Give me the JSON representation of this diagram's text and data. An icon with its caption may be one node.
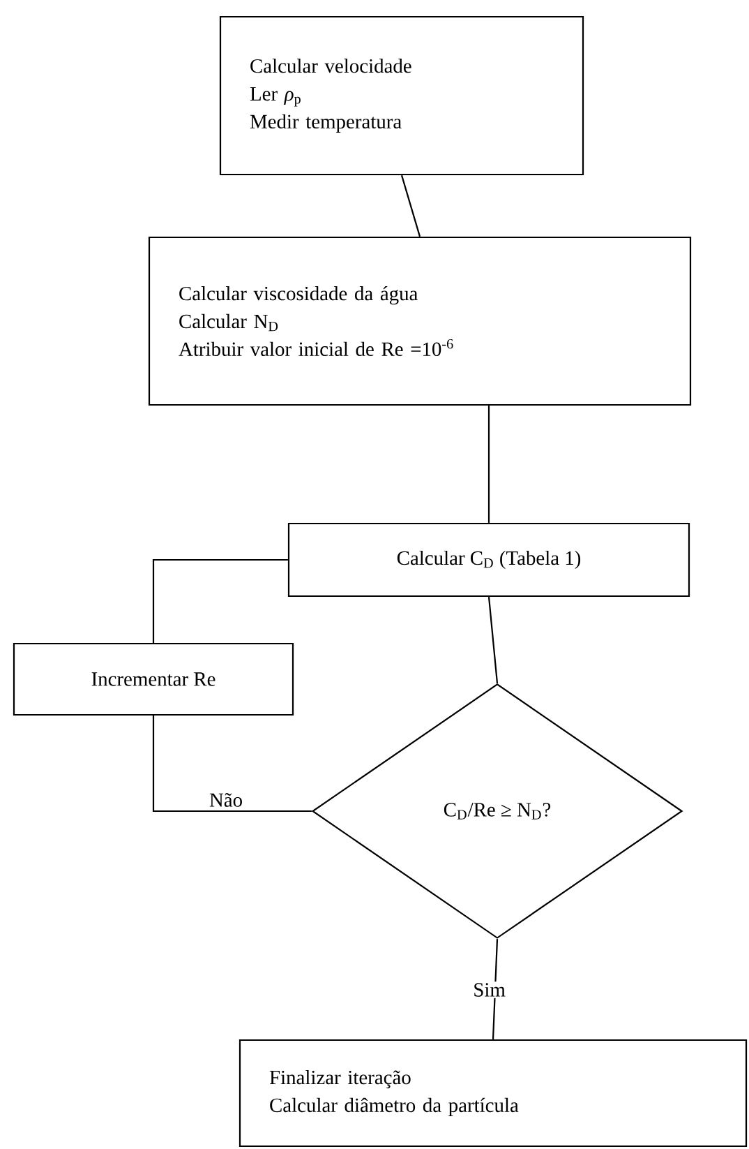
{
  "diagram": {
    "nodes": [
      {
        "text": [
          "Calcular velocidade",
          "Ler *ρ*$_{p}$",
          "Medir temperatura"
        ]
      },
      {
        "text": [
          "Calcular viscosidade da água",
          "Calcular N$_{D}$",
          "Atribuir valor inicial de Re =10$^{-6}$"
        ]
      },
      {
        "text": [
          "Calcular C$_{D}$ (Tabela 1)"
        ]
      },
      {
        "text": [
          "Incrementar Re"
        ]
      },
      {
        "text": [
          "C$_{D}$/Re ≥ N$_{D}$?"
        ]
      },
      {
        "text": [
          "Finalizar iteração",
          "Calcular diâmetro da partícula"
        ]
      }
    ],
    "edges": [
      {
        "from": 0,
        "to": 1,
        "arrow": "none"
      },
      {
        "from": 1,
        "to": 2,
        "arrow": "none"
      },
      {
        "from": 2,
        "to": 4,
        "arrow": "none"
      },
      {
        "from": 4,
        "to": 3,
        "arrow": "none",
        "label": "Não"
      },
      {
        "from": 3,
        "to": 2,
        "arrow": "none"
      },
      {
        "from": 4,
        "to": 5,
        "arrow": "none",
        "label": "Sim"
      }
    ]
  }
}
